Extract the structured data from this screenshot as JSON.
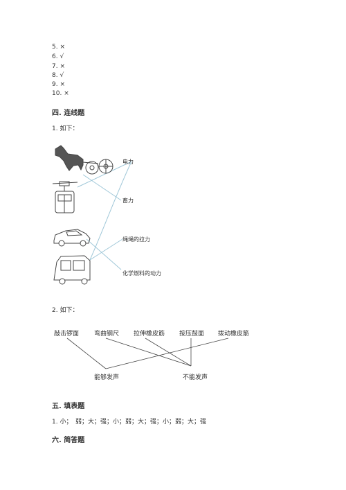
{
  "answers": [
    {
      "num": "5.",
      "mark": "×"
    },
    {
      "num": "6.",
      "mark": "√"
    },
    {
      "num": "7.",
      "mark": "×"
    },
    {
      "num": "8.",
      "mark": "√"
    },
    {
      "num": "9.",
      "mark": "×"
    },
    {
      "num": "10.",
      "mark": "×"
    }
  ],
  "section4": {
    "title": "四. 连线题",
    "q1_label": "1. 如下：",
    "q1_forces": [
      "电力",
      "畜力",
      "绳绳的拉力",
      "化学燃料的动力"
    ],
    "q1_pictures": [
      "horse-cart-icon",
      "cable-car-icon",
      "car-icon",
      "tuk-tuk-icon"
    ],
    "q2_label": "2. 如下：",
    "q2_actions": [
      "敲击锣面",
      "弯曲钢尺",
      "拉伸橡皮筋",
      "按压鼓面",
      "拨动橡皮筋"
    ],
    "q2_results": [
      "能够发声",
      "不能发声"
    ]
  },
  "section5": {
    "title": "五. 填表题",
    "answer": "1. 小；　弱；大；强；小；弱；大；强；小；弱；大；强"
  },
  "section6": {
    "title": "六. 简答题"
  }
}
